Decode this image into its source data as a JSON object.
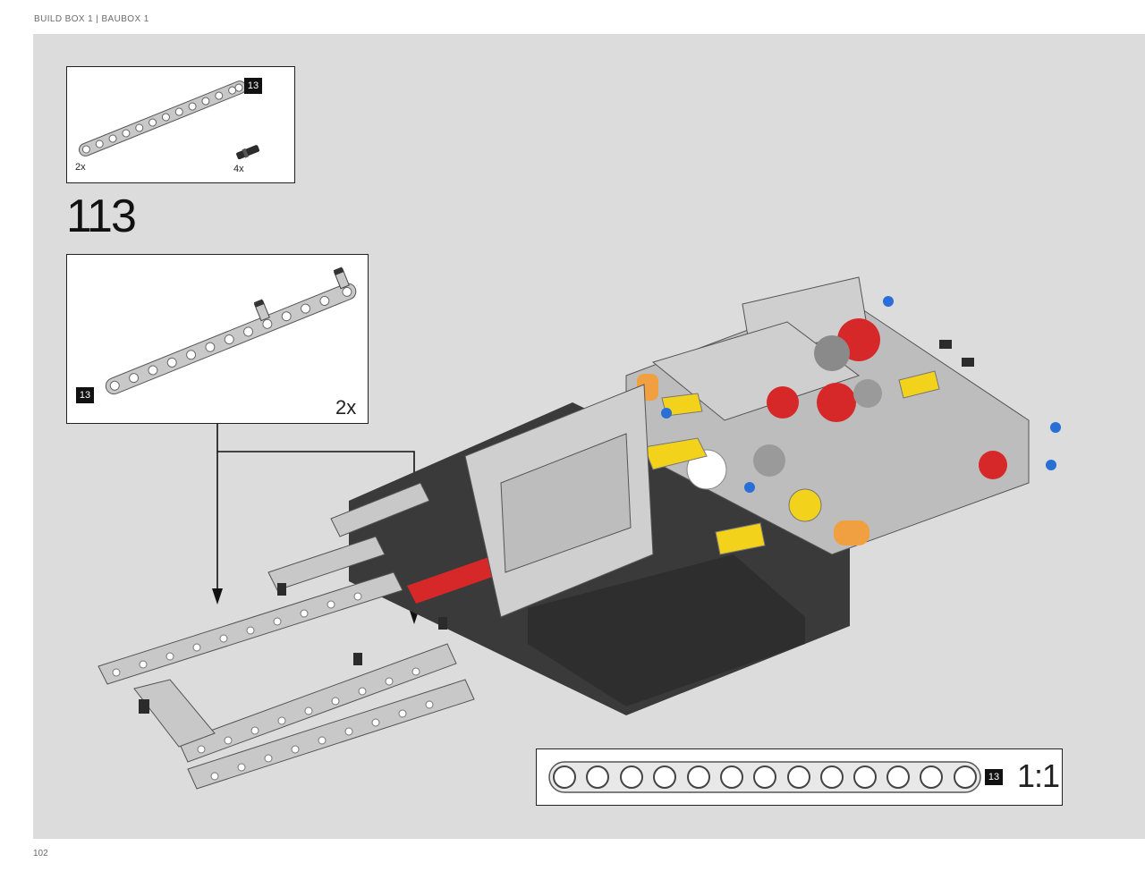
{
  "header": {
    "text": "BUILD BOX 1  |  BAUBOX 1"
  },
  "page_number": "102",
  "step": {
    "number": "113"
  },
  "parts_list": {
    "items": [
      {
        "name": "beam-13",
        "badge": "13",
        "qty": "2x"
      },
      {
        "name": "axle-pin",
        "qty": "4x"
      }
    ]
  },
  "subassembly": {
    "badge": "13",
    "multiplier": "2x"
  },
  "scale_reference": {
    "badge": "13",
    "ratio": "1:1"
  },
  "colors": {
    "background": "#dcdcdc",
    "beam_gray": "#c8c8c8",
    "dark_gray": "#3a3a3a",
    "red": "#d62828",
    "yellow": "#f2d21b",
    "blue": "#2a6fd6",
    "orange": "#f0a040"
  }
}
